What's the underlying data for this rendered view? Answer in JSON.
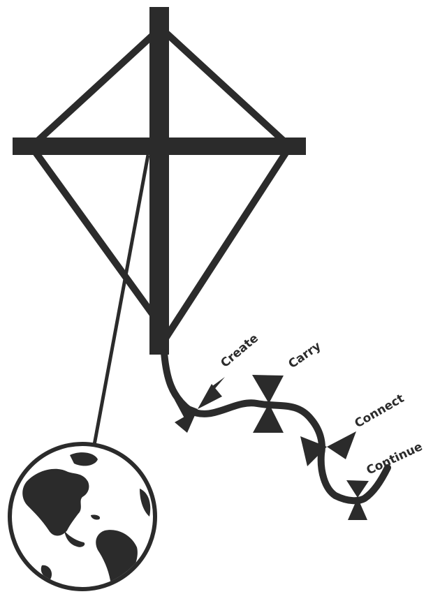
{
  "colors": {
    "ink": "#2b2b2b",
    "paper": "#ffffff"
  },
  "tail_labels": {
    "create": "Create",
    "carry": "Carry",
    "connect": "Connect",
    "continue": "Continue"
  },
  "icons": {
    "kite": "kite-cross-icon",
    "globe": "globe-icon"
  }
}
